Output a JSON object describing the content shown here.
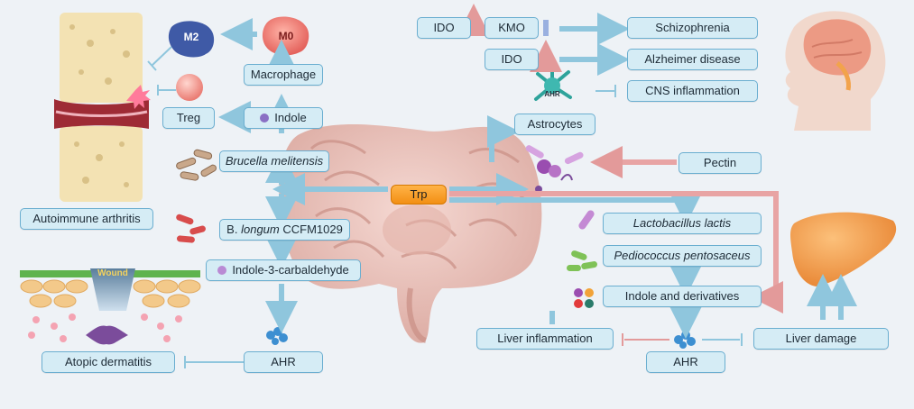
{
  "boxes": {
    "ido_top": "IDO",
    "kmo": "KMO",
    "schizophrenia": "Schizophrenia",
    "ido_mid": "IDO",
    "alzheimer": "Alzheimer disease",
    "cns_inflammation": "CNS inflammation",
    "astrocytes": "Astrocytes",
    "pectin": "Pectin",
    "macrophage": "Macrophage",
    "treg": "Treg",
    "indole": "Indole",
    "brucella": "Brucella melitensis",
    "autoimmune": "Autoimmune arthritis",
    "blongum_b": "B.",
    "blongum_i": "longum",
    "blongum_c": "CCFM1029",
    "i3c": "Indole-3-carbaldehyde",
    "atopic": "Atopic dermatitis",
    "ahr_left": "AHR",
    "lactobacillus": "Lactobacillus lactis",
    "pediococcus": "Pediococcus pentosaceus",
    "indole_deriv": "Indole and derivatives",
    "liver_inflammation": "Liver inflammation",
    "liver_damage": "Liver damage",
    "ahr_right": "AHR"
  },
  "center": {
    "trp": "Trp"
  },
  "labels": {
    "m2": "M2",
    "m0": "M0",
    "wound": "Wound",
    "ahr_star": "AHR"
  },
  "colors": {
    "box_fill": "#d5ecf5",
    "box_border": "#6aaed0",
    "arrow_blue": "#8fc6dd",
    "arrow_pink": "#e8a4a4",
    "trp_orange": "#f5a02a",
    "m2_cell": "#3f5aa6",
    "m0_cell": "#e96a6a"
  }
}
